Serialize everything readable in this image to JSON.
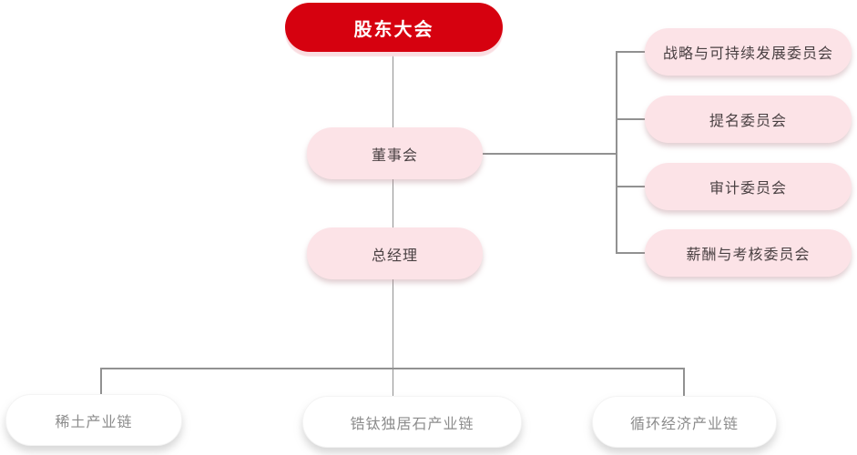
{
  "org_chart": {
    "root": {
      "label": "股东大会"
    },
    "board": {
      "label": "董事会"
    },
    "general_manager": {
      "label": "总经理"
    },
    "committees": [
      {
        "label": "战略与可持续发展委员会"
      },
      {
        "label": "提名委员会"
      },
      {
        "label": "审计委员会"
      },
      {
        "label": "薪酬与考核委员会"
      }
    ],
    "industry_chains": [
      {
        "label": "稀土产业链"
      },
      {
        "label": "锆钛独居石产业链"
      },
      {
        "label": "循环经济产业链"
      }
    ]
  },
  "colors": {
    "primary_red": "#d6010f",
    "red_shadow": "#fadde1",
    "light_pink": "#fce3e7",
    "dark_text": "#4a4143",
    "gray_text": "#8c8c8c",
    "line_gray": "#919191",
    "canvas_bg": "#ffffff"
  }
}
